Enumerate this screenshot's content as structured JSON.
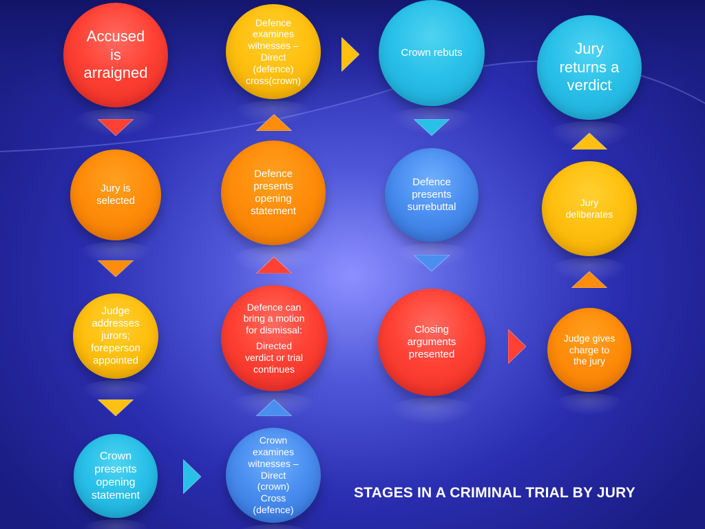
{
  "title": "STAGES IN A CRIMINAL TRIAL BY JURY",
  "colors": {
    "red": "#ff4134",
    "orange": "#ff8c0a",
    "yellow": "#ffc010",
    "cyan": "#29c0e8",
    "blue": "#4a8ef0",
    "background": "#2a2eb0"
  },
  "stages": [
    {
      "id": "accused-arraigned",
      "label": "Accused\nis\narraigned",
      "color": "red"
    },
    {
      "id": "jury-selected",
      "label": "Jury is\nselected",
      "color": "orange"
    },
    {
      "id": "judge-addresses-jurors",
      "label": "Judge\naddresses\njurors;\nforeperson\nappointed",
      "color": "yellow"
    },
    {
      "id": "crown-opening-statement",
      "label": "Crown\npresents\nopening\nstatement",
      "color": "cyan"
    },
    {
      "id": "crown-examines-witnesses",
      "label": "Crown\nexamines\nwitnesses –\nDirect\n(crown)\nCross\n(defence)",
      "color": "blue"
    },
    {
      "id": "defence-motion-dismissal",
      "label": "Defence can\nbring a motion\nfor dismissal:",
      "label2": "Directed\nverdict or trial\ncontinues",
      "color": "red"
    },
    {
      "id": "defence-opening-statement",
      "label": "Defence\npresents\nopening\nstatement",
      "color": "orange"
    },
    {
      "id": "defence-examines-witnesses",
      "label": "Defence\nexamines\nwitnesses –\nDirect\n(defence)\ncross(crown)",
      "color": "yellow"
    },
    {
      "id": "crown-rebuts",
      "label": "Crown rebuts",
      "color": "cyan"
    },
    {
      "id": "defence-surrebuttal",
      "label": "Defence\npresents\nsurrebuttal",
      "color": "blue"
    },
    {
      "id": "closing-arguments",
      "label": "Closing\narguments\npresented",
      "color": "red"
    },
    {
      "id": "judge-charge-jury",
      "label": "Judge gives\ncharge to\nthe jury",
      "color": "orange"
    },
    {
      "id": "jury-deliberates",
      "label": "Jury\ndeliberates",
      "color": "yellow"
    },
    {
      "id": "jury-verdict",
      "label": "Jury\nreturns a\nverdict",
      "color": "cyan"
    }
  ],
  "arrows": [
    {
      "id": "arrow-arraigned-to-selected",
      "direction": "down",
      "color": "red"
    },
    {
      "id": "arrow-selected-to-judge",
      "direction": "down",
      "color": "orange"
    },
    {
      "id": "arrow-judge-to-crown-opening",
      "direction": "down",
      "color": "yellow"
    },
    {
      "id": "arrow-crown-opening-to-crown-exam",
      "direction": "right",
      "color": "cyan"
    },
    {
      "id": "arrow-crown-exam-to-motion",
      "direction": "up",
      "color": "blue"
    },
    {
      "id": "arrow-motion-to-defence-opening",
      "direction": "up",
      "color": "red"
    },
    {
      "id": "arrow-defence-opening-to-defence-exam",
      "direction": "up",
      "color": "orange"
    },
    {
      "id": "arrow-defence-exam-to-crown-rebuts",
      "direction": "right",
      "color": "yellow"
    },
    {
      "id": "arrow-rebuts-to-surrebuttal",
      "direction": "down",
      "color": "cyan"
    },
    {
      "id": "arrow-surrebuttal-to-closing",
      "direction": "down",
      "color": "blue"
    },
    {
      "id": "arrow-closing-to-charge",
      "direction": "right",
      "color": "red"
    },
    {
      "id": "arrow-charge-to-deliberates",
      "direction": "up",
      "color": "orange"
    },
    {
      "id": "arrow-deliberates-to-verdict",
      "direction": "up",
      "color": "yellow"
    }
  ]
}
